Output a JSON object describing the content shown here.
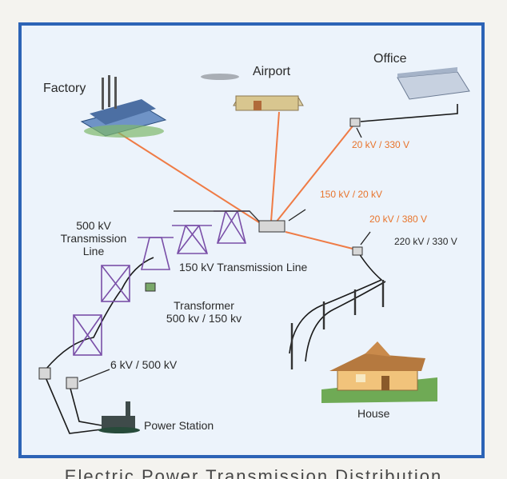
{
  "labels": {
    "factory": "Factory",
    "airport": "Airport",
    "office": "Office",
    "office_voltage": "20 kV / 330 V",
    "substation_voltage": "150 kV / 20 kV",
    "house_pole_voltage": "20 kV / 380 V",
    "house_voltage": "220 kV / 330 V",
    "transmission_500_line1": "500 kV",
    "transmission_500_line2": "Transmission",
    "transmission_500_line3": "Line",
    "transmission_150": "150 kV Transmission Line",
    "transformer_line1": "Transformer",
    "transformer_line2": "500 kv / 150 kv",
    "station_step_up": "6 kV / 500 kV",
    "power_station": "Power Station",
    "house": "House"
  },
  "caption": "Electric Power Transmission Distribution",
  "colors": {
    "frame": "#2c63b6",
    "distribution_line": "#ef7b45",
    "tower": "#7a4fa8",
    "voltage_text": "#e8742c"
  }
}
